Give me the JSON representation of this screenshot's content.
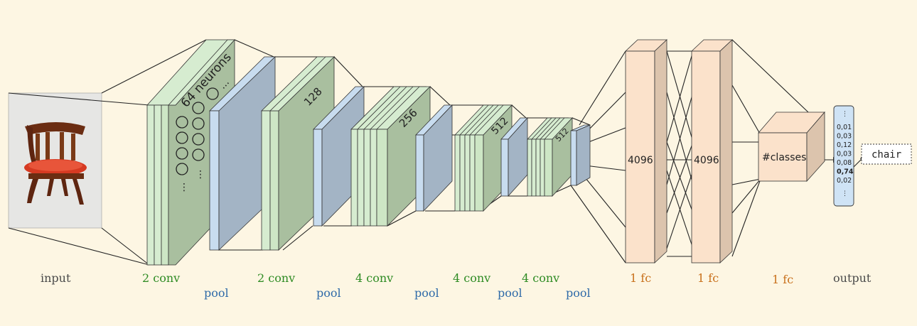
{
  "layers": {
    "conv1_text": "64 neurons",
    "conv1_more": "...",
    "conv1_vdots": "⋮",
    "conv2_text": "128",
    "conv3_text": "256",
    "conv4_text": "512",
    "conv5_text": "512",
    "fc1_text": "4096",
    "fc2_text": "4096",
    "fc3_text": "#classes"
  },
  "output": {
    "vdots": "⋮",
    "values": [
      "0,01",
      "0,03",
      "0,12",
      "0,03",
      "0,08",
      "0,74",
      "0,02"
    ],
    "highlight_index": 5,
    "prediction": "chair"
  },
  "labels": {
    "input": "input",
    "conv1": "2 conv",
    "pool1": "pool",
    "conv2": "2 conv",
    "pool2": "pool",
    "conv3": "4 conv",
    "pool3": "pool",
    "conv4": "4 conv",
    "pool4": "pool",
    "conv5": "4 conv",
    "pool5": "pool",
    "fc1": "1 fc",
    "fc2": "1 fc",
    "fc3": "1 fc",
    "output": "output"
  },
  "colors": {
    "background": "#fdf6e3",
    "conv_front": "#d6ecd0",
    "conv_back": "#a9bf9f",
    "pool_front": "#c8dcef",
    "pool_back": "#a3b4c5",
    "fc_front": "#fbe2cb",
    "fc_side": "#dcc4ad",
    "output_box": "#cfe3f5",
    "conv_label": "#2e8b23",
    "pool_label": "#2f6aa8",
    "fc_label": "#c8701b"
  }
}
